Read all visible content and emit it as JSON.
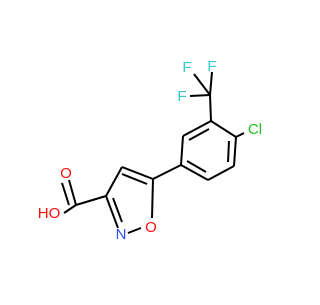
{
  "molecule": {
    "atom_labels": {
      "fluorine_top_left": "F",
      "fluorine_top_right": "F",
      "fluorine_left": "F",
      "chlorine": "Cl",
      "hydroxyl": "HO",
      "carbonyl_oxygen": "O",
      "ring_nitrogen": "N",
      "ring_oxygen": "O"
    },
    "colors": {
      "bond": "#000000",
      "fluorine": "#33cccc",
      "chlorine": "#1fc21f",
      "oxygen": "#ff0d0d",
      "nitrogen": "#3050f8"
    }
  }
}
